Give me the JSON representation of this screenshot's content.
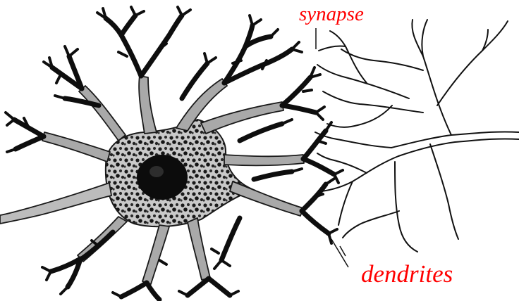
{
  "labels": {
    "synapse": "synapse",
    "dendrites": "dendrites"
  },
  "colors": {
    "label_text": "#ff0000",
    "ink": "#111111",
    "cytoplasm": "#9a9a9a",
    "paper": "#ffffff"
  },
  "elements": {
    "left_neuron": "dark stained neuron with large cell body, nucleus and branching dendrites",
    "right_neuron": "outlined axon terminal branches forming synapse on the dendrites"
  }
}
